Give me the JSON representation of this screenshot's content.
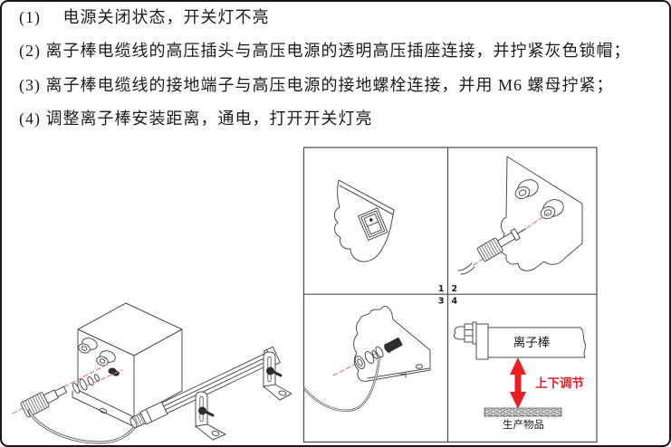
{
  "instructions": {
    "lines": [
      "(1)　 电源关闭状态，开关灯不亮",
      "(2) 离子棒电缆线的高压插头与高压电源的透明高压插座连接，并拧紧灰色锁帽；",
      "(3) 离子棒电缆线的接地端子与高压电源的接地螺栓连接，并用 M6 螺母拧紧；",
      "(4) 调整离子棒安装距离，通电，打开开关灯亮"
    ]
  },
  "panels": {
    "numbers": [
      "1",
      "2",
      "3",
      "4"
    ],
    "panel4": {
      "ion_bar_label": "离子棒",
      "adjust_label": "上下调节",
      "product_label": "生产物品"
    }
  },
  "colors": {
    "accent_red": "#ed1c24",
    "guide_red": "#e57373",
    "line_gray": "#4d4d4d"
  }
}
